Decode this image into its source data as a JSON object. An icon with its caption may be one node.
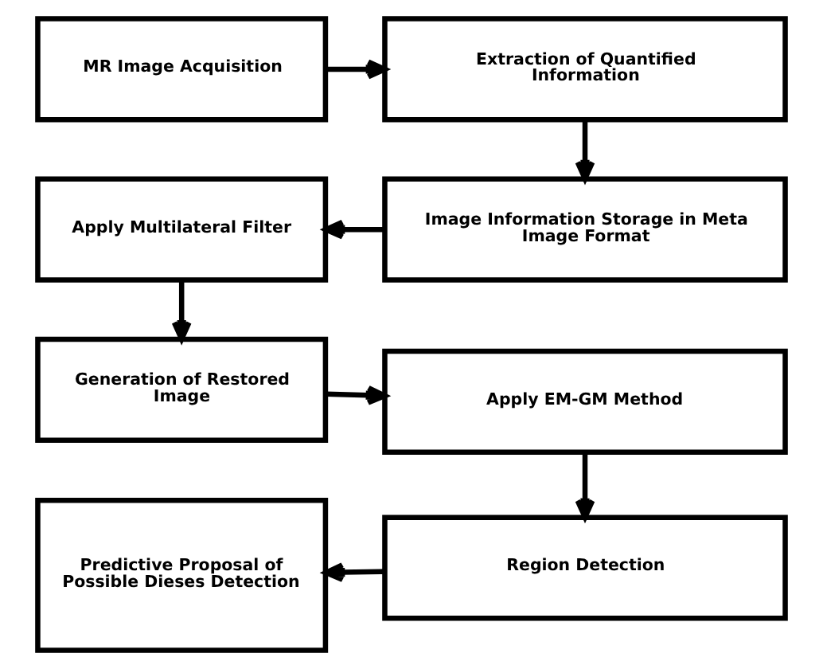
{
  "diagram": {
    "nodes": [
      {
        "text": [
          "MR Image Acquisition"
        ]
      },
      {
        "text": [
          "Extraction of Quantified Information"
        ]
      },
      {
        "text": [
          "Image Information Storage in Meta Image Format"
        ]
      },
      {
        "text": [
          "Apply Multilateral Filter"
        ]
      },
      {
        "text": [
          "Generation of Restored Image"
        ]
      },
      {
        "text": [
          "Apply EM-GM Method"
        ]
      },
      {
        "text": [
          "Region Detection"
        ]
      },
      {
        "text": [
          "Predictive Proposal of Possible Dieses Detection"
        ]
      }
    ],
    "edges": [
      {
        "from": 0,
        "to": 1,
        "arrow": "to"
      },
      {
        "from": 1,
        "to": 2,
        "arrow": "to"
      },
      {
        "from": 2,
        "to": 3,
        "arrow": "to"
      },
      {
        "from": 3,
        "to": 4,
        "arrow": "to"
      },
      {
        "from": 4,
        "to": 5,
        "arrow": "to"
      },
      {
        "from": 5,
        "to": 6,
        "arrow": "to"
      },
      {
        "from": 6,
        "to": 7,
        "arrow": "to"
      }
    ]
  }
}
